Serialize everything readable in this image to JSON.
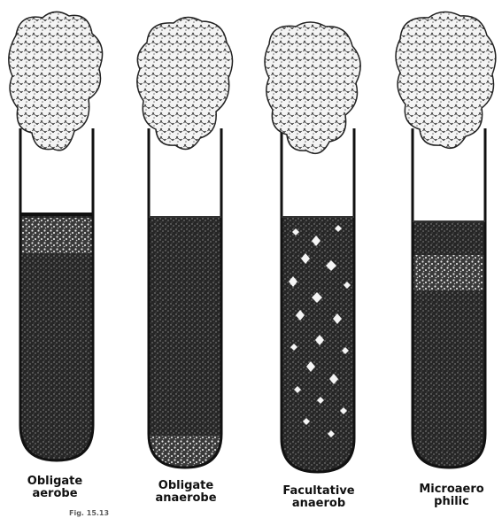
{
  "tubes": [
    {
      "label_line1": "Obligate",
      "label_line2": "aerobe",
      "growth": "top-band"
    },
    {
      "label_line1": "Obligate",
      "label_line2": "anaerobe",
      "growth": "bottom-cluster"
    },
    {
      "label_line1": "Facultative",
      "label_line2": "anaerob",
      "growth": "throughout-more-at-top"
    },
    {
      "label_line1": "Microaero",
      "label_line2": "philic",
      "growth": "band-below-surface"
    }
  ],
  "caption": "Fig. 15.13"
}
